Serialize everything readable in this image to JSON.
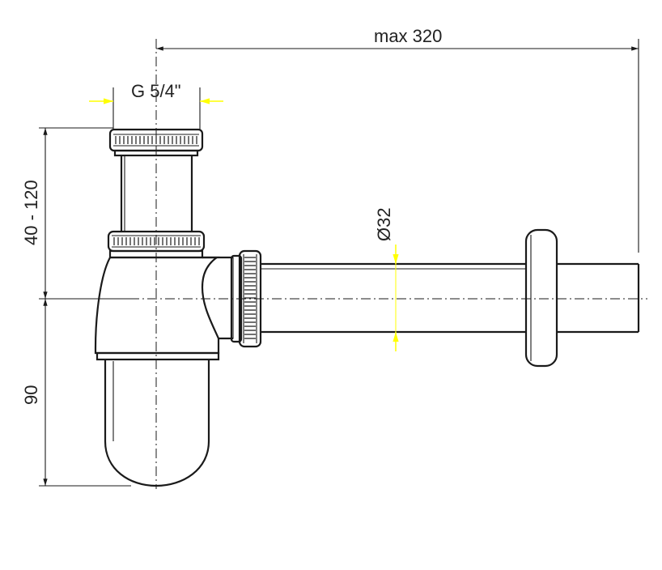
{
  "dimensions": {
    "max_length": "max  320",
    "thread_size": "G 5/4\"",
    "height_adjust": "40 - 120",
    "depth": "90",
    "pipe_diameter": "Ø32"
  },
  "colors": {
    "line": "#1a1a1a",
    "highlight_arrow": "#ffff00"
  }
}
